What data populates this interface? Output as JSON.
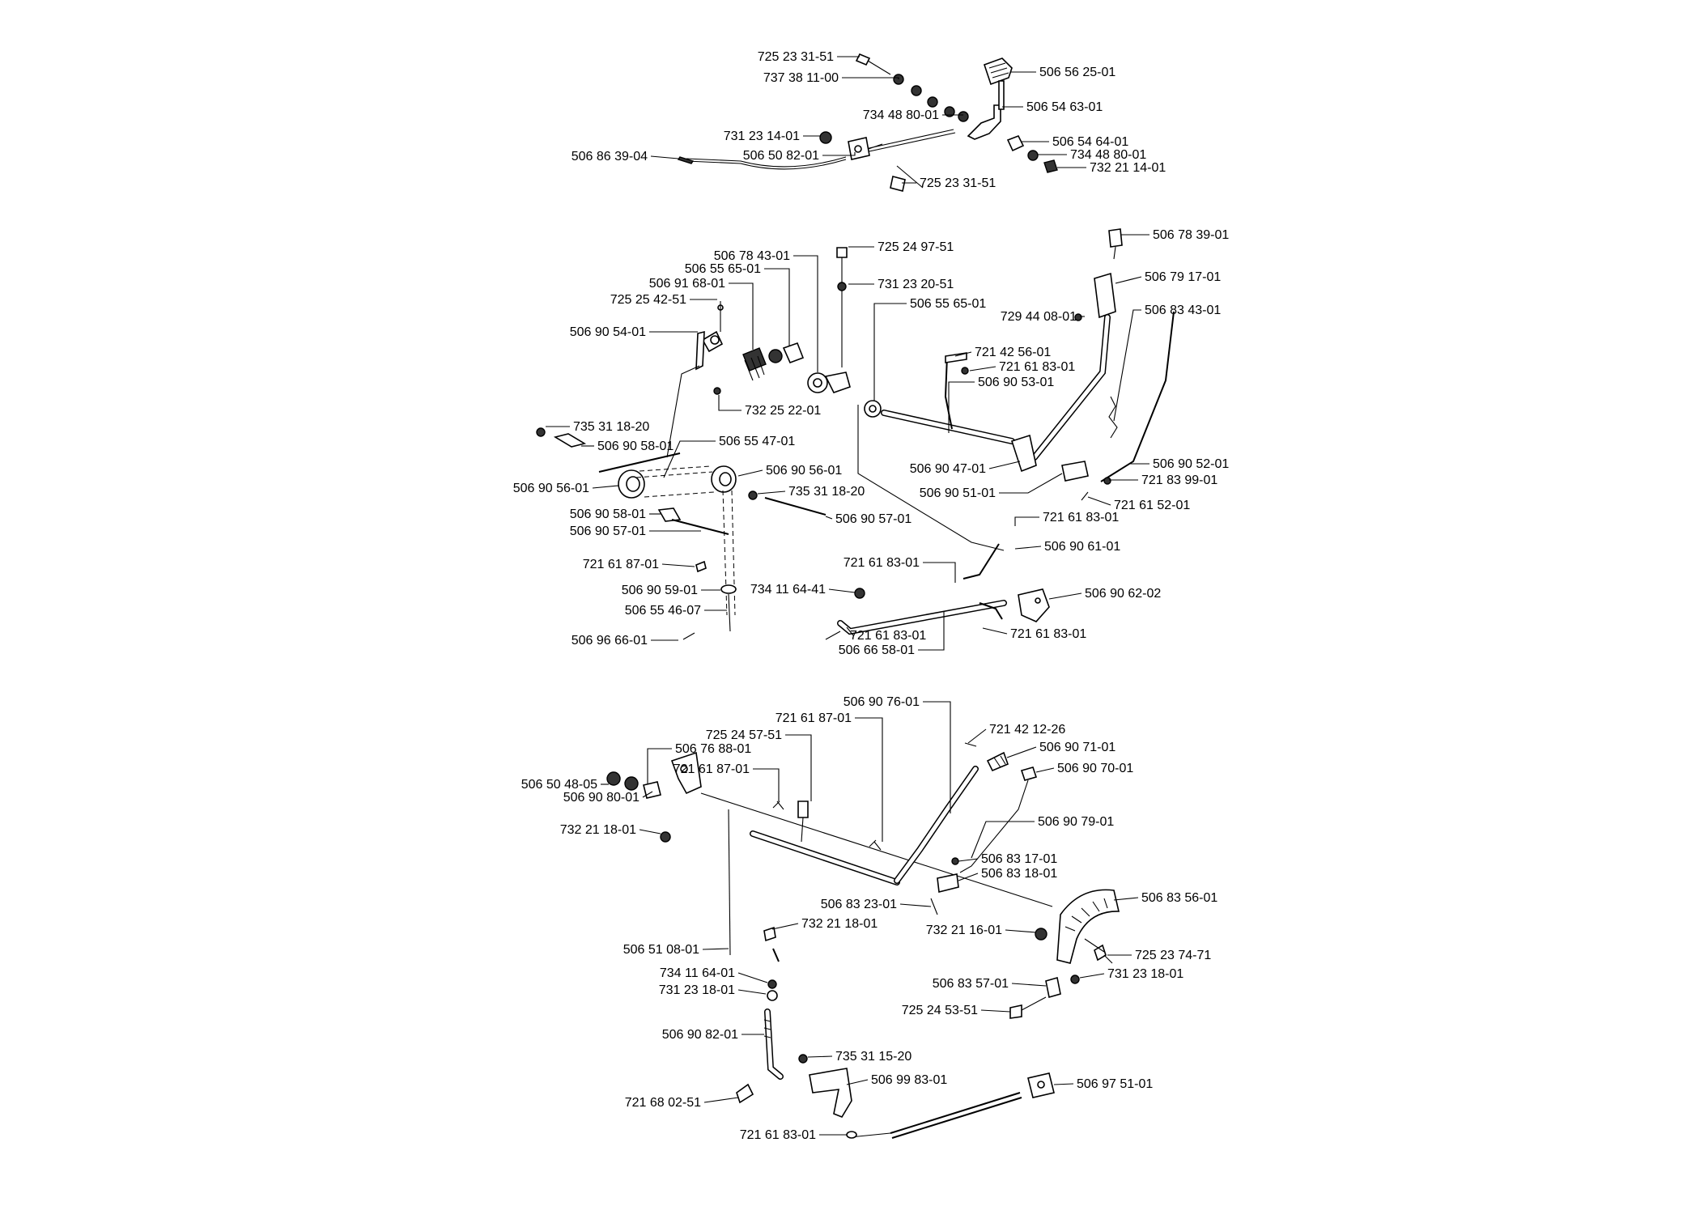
{
  "parts": {
    "top": [
      "725 23 31-51",
      "737 38 11-00",
      "734 48 80-01",
      "731 23 14-01",
      "506 50 82-01",
      "506 86 39-04",
      "725 23 31-51",
      "506 56 25-01",
      "506 54 63-01",
      "506 54 64-01",
      "734 48 80-01",
      "732 21 14-01"
    ],
    "middle": [
      "506 78 43-01",
      "506 55 65-01",
      "506 91 68-01",
      "725 25 42-51",
      "506 90 54-01",
      "732 25 22-01",
      "735 31 18-20",
      "506 90 58-01",
      "506 55 47-01",
      "506 90 56-01",
      "506 90 56-01",
      "735 31 18-20",
      "506 90 58-01",
      "506 90 57-01",
      "506 90 57-01",
      "721 61 87-01",
      "506 90 59-01",
      "734 11 64-41",
      "506 55 46-07",
      "506 96 66-01",
      "725 24 97-51",
      "731 23 20-51",
      "506 55 65-01",
      "721 42 56-01",
      "721 61 83-01",
      "506 90 53-01",
      "506 90 47-01",
      "506 90 51-01",
      "506 78 39-01",
      "506 79 17-01",
      "729 44 08-01",
      "506 83 43-01",
      "506 90 52-01",
      "721 83 99-01",
      "721 61 52-01",
      "721 61 83-01",
      "506 90 61-01",
      "721 61 83-01",
      "506 90 62-02",
      "721 61 83-01",
      "506 66 58-01",
      "721 61 83-01"
    ],
    "bottom": [
      "506 90 76-01",
      "721 61 87-01",
      "725 24 57-51",
      "721 61 87-01",
      "506 76 88-01",
      "506 50 48-05",
      "506 90 80-01",
      "732 21 18-01",
      "721 42 12-26",
      "506 90 71-01",
      "506 90 70-01",
      "506 90 79-01",
      "506 83 17-01",
      "506 83 18-01",
      "506 83 23-01",
      "506 83 56-01",
      "732 21 18-01",
      "732 21 16-01",
      "725 23 74-71",
      "506 51 08-01",
      "734 11 64-01",
      "731 23 18-01",
      "506 83 57-01",
      "731 23 18-01",
      "725 24 53-51",
      "506 90 82-01",
      "735 31 15-20",
      "506 99 83-01",
      "506 97 51-01",
      "721 68 02-51",
      "721 61 83-01"
    ]
  }
}
